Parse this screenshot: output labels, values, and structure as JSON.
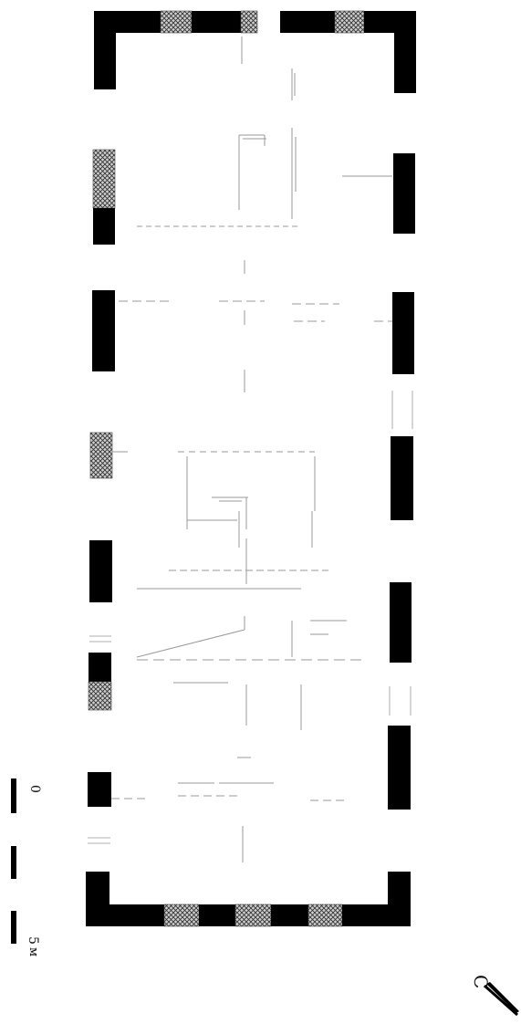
{
  "colors": {
    "wall": "#000000",
    "hatch_fill": "#bdbdbd",
    "hatch_stroke": "#333333",
    "faint_line": "#9a9a9a",
    "background": "#ffffff"
  },
  "scale_bar": {
    "label_start": "0",
    "label_end": "5",
    "unit": "м"
  },
  "north_arrow": {
    "label": "С"
  }
}
